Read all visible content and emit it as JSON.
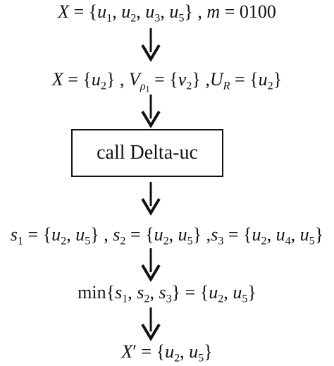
{
  "flow": {
    "box_label": "call Delta-uc",
    "m_value": "0100",
    "min_func": "min"
  },
  "colors": {
    "ink": "#111111",
    "background": "#ffffff"
  }
}
